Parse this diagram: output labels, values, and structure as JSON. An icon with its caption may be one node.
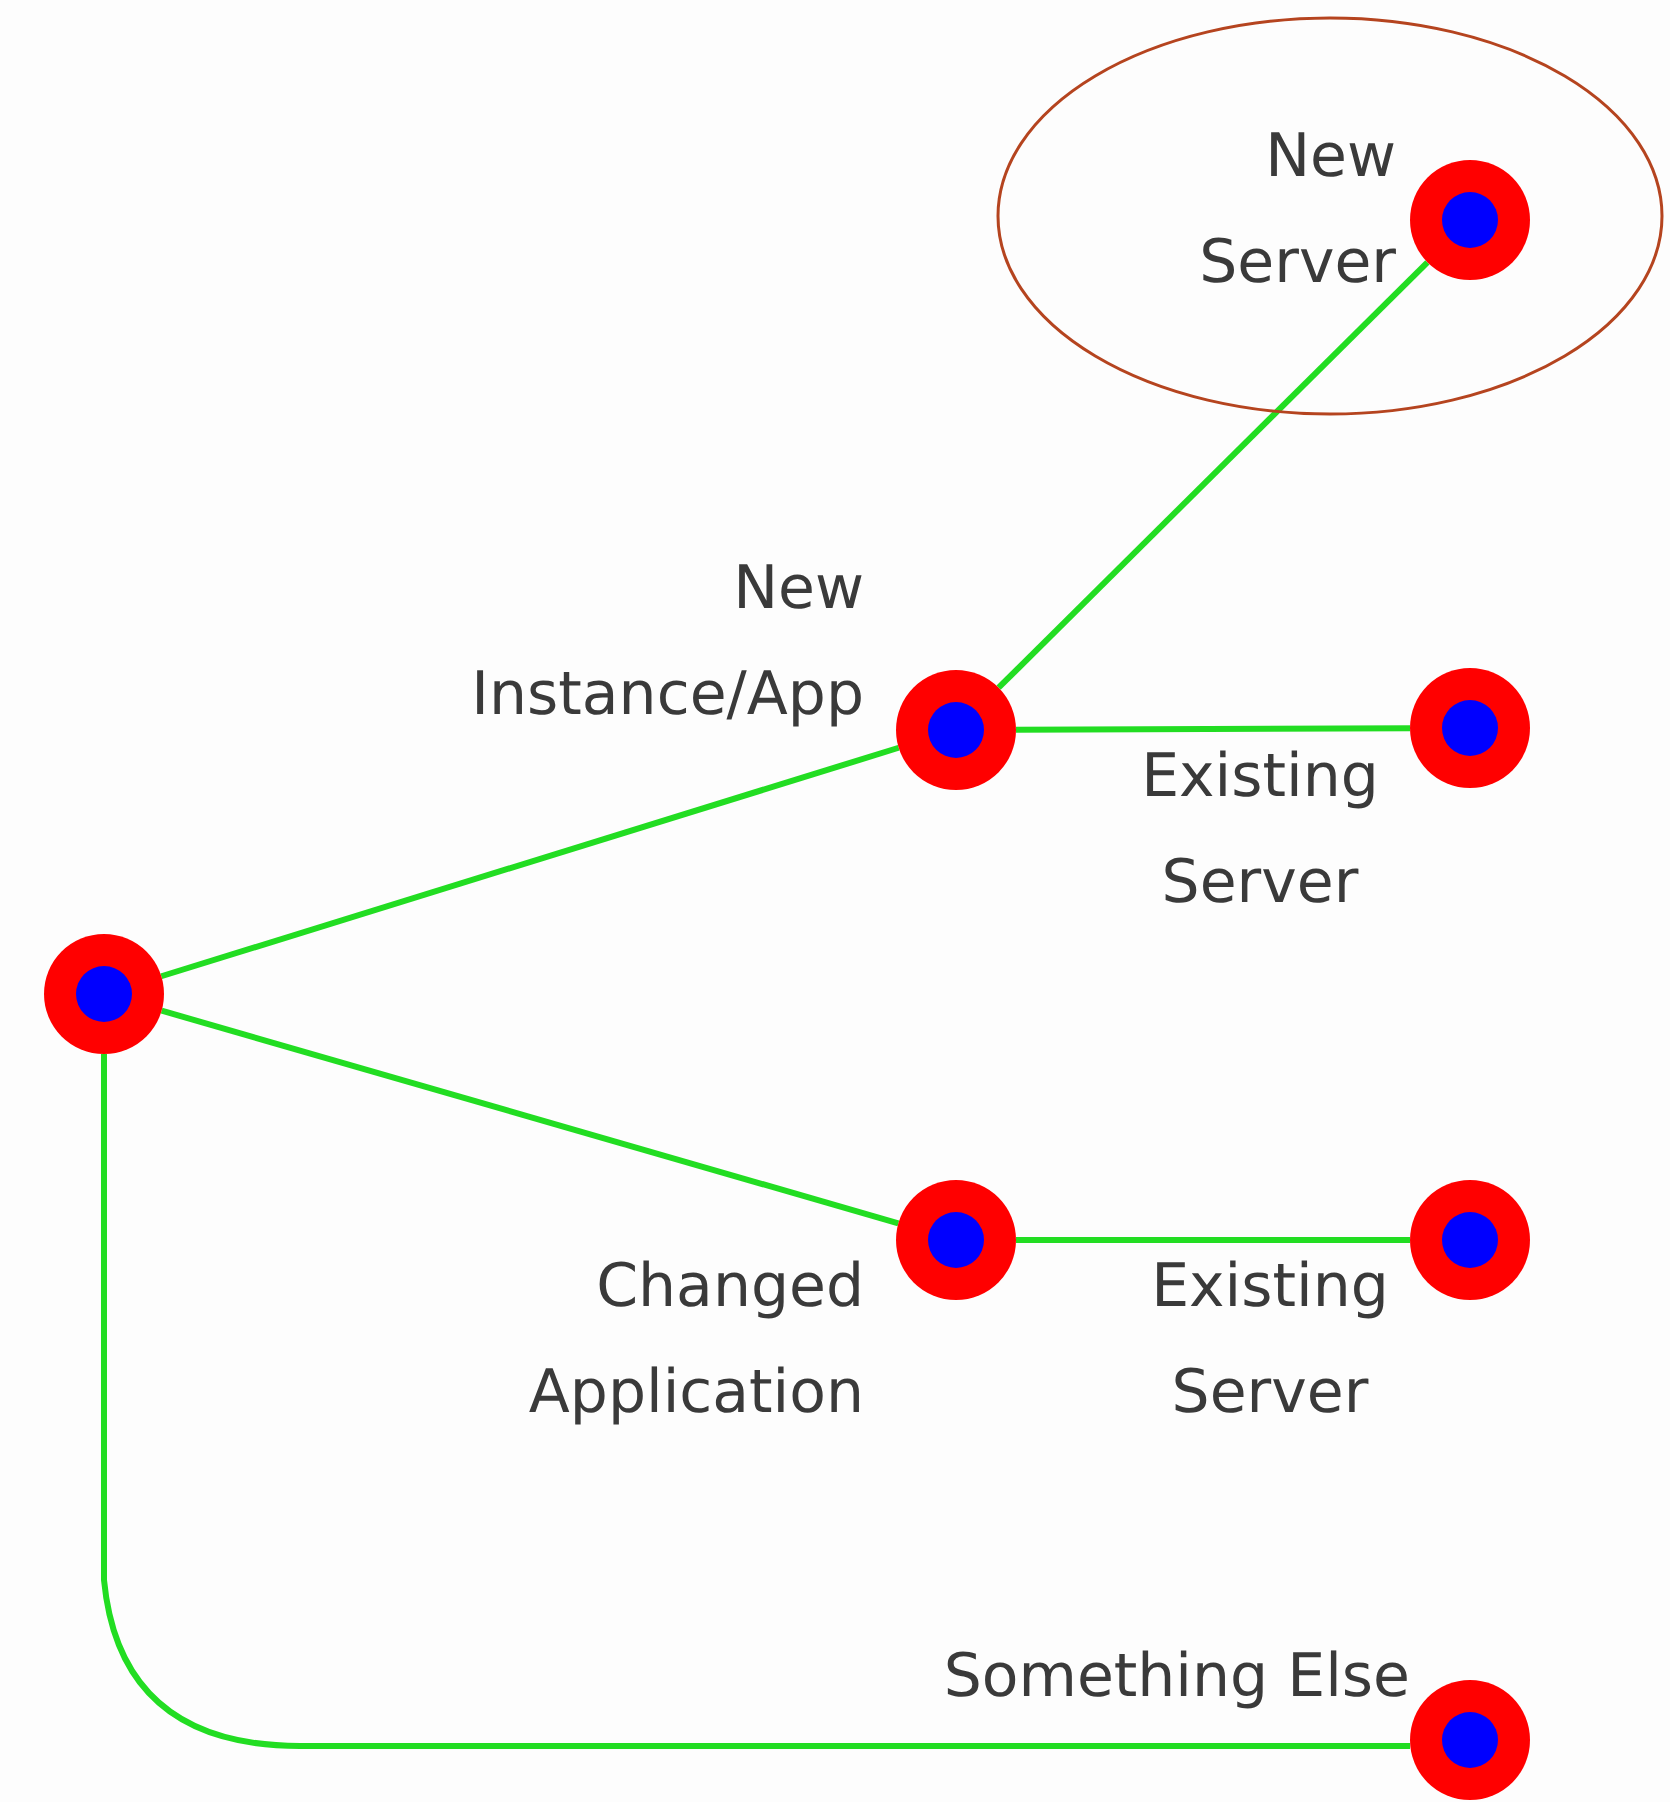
{
  "diagram": {
    "nodes": [
      {
        "text": [],
        "shape": "circle"
      },
      {
        "text": [],
        "shape": "circle",
        "beside": [
          "New Instance/App"
        ]
      },
      {
        "text": [
          "New Server"
        ]
      },
      {
        "text": [],
        "shape": "circle",
        "in": 2
      },
      {
        "text": [],
        "shape": "circle",
        "beside": [
          "Existing Server"
        ]
      },
      {
        "text": [],
        "shape": "circle",
        "beside": [
          "Changed Application"
        ]
      },
      {
        "text": [],
        "shape": "circle",
        "beside": [
          "Existing Server"
        ]
      },
      {
        "text": [],
        "shape": "circle",
        "beside": [
          "Something Else"
        ]
      }
    ],
    "edges": [
      {
        "from": 0,
        "to": 1,
        "arrow": "none"
      },
      {
        "from": 1,
        "to": 3,
        "arrow": "none"
      },
      {
        "from": 1,
        "to": 4,
        "arrow": "none"
      },
      {
        "from": 0,
        "to": 5,
        "arrow": "none"
      },
      {
        "from": 5,
        "to": 6,
        "arrow": "none"
      },
      {
        "from": 0,
        "to": 7,
        "arrow": "none"
      }
    ]
  }
}
